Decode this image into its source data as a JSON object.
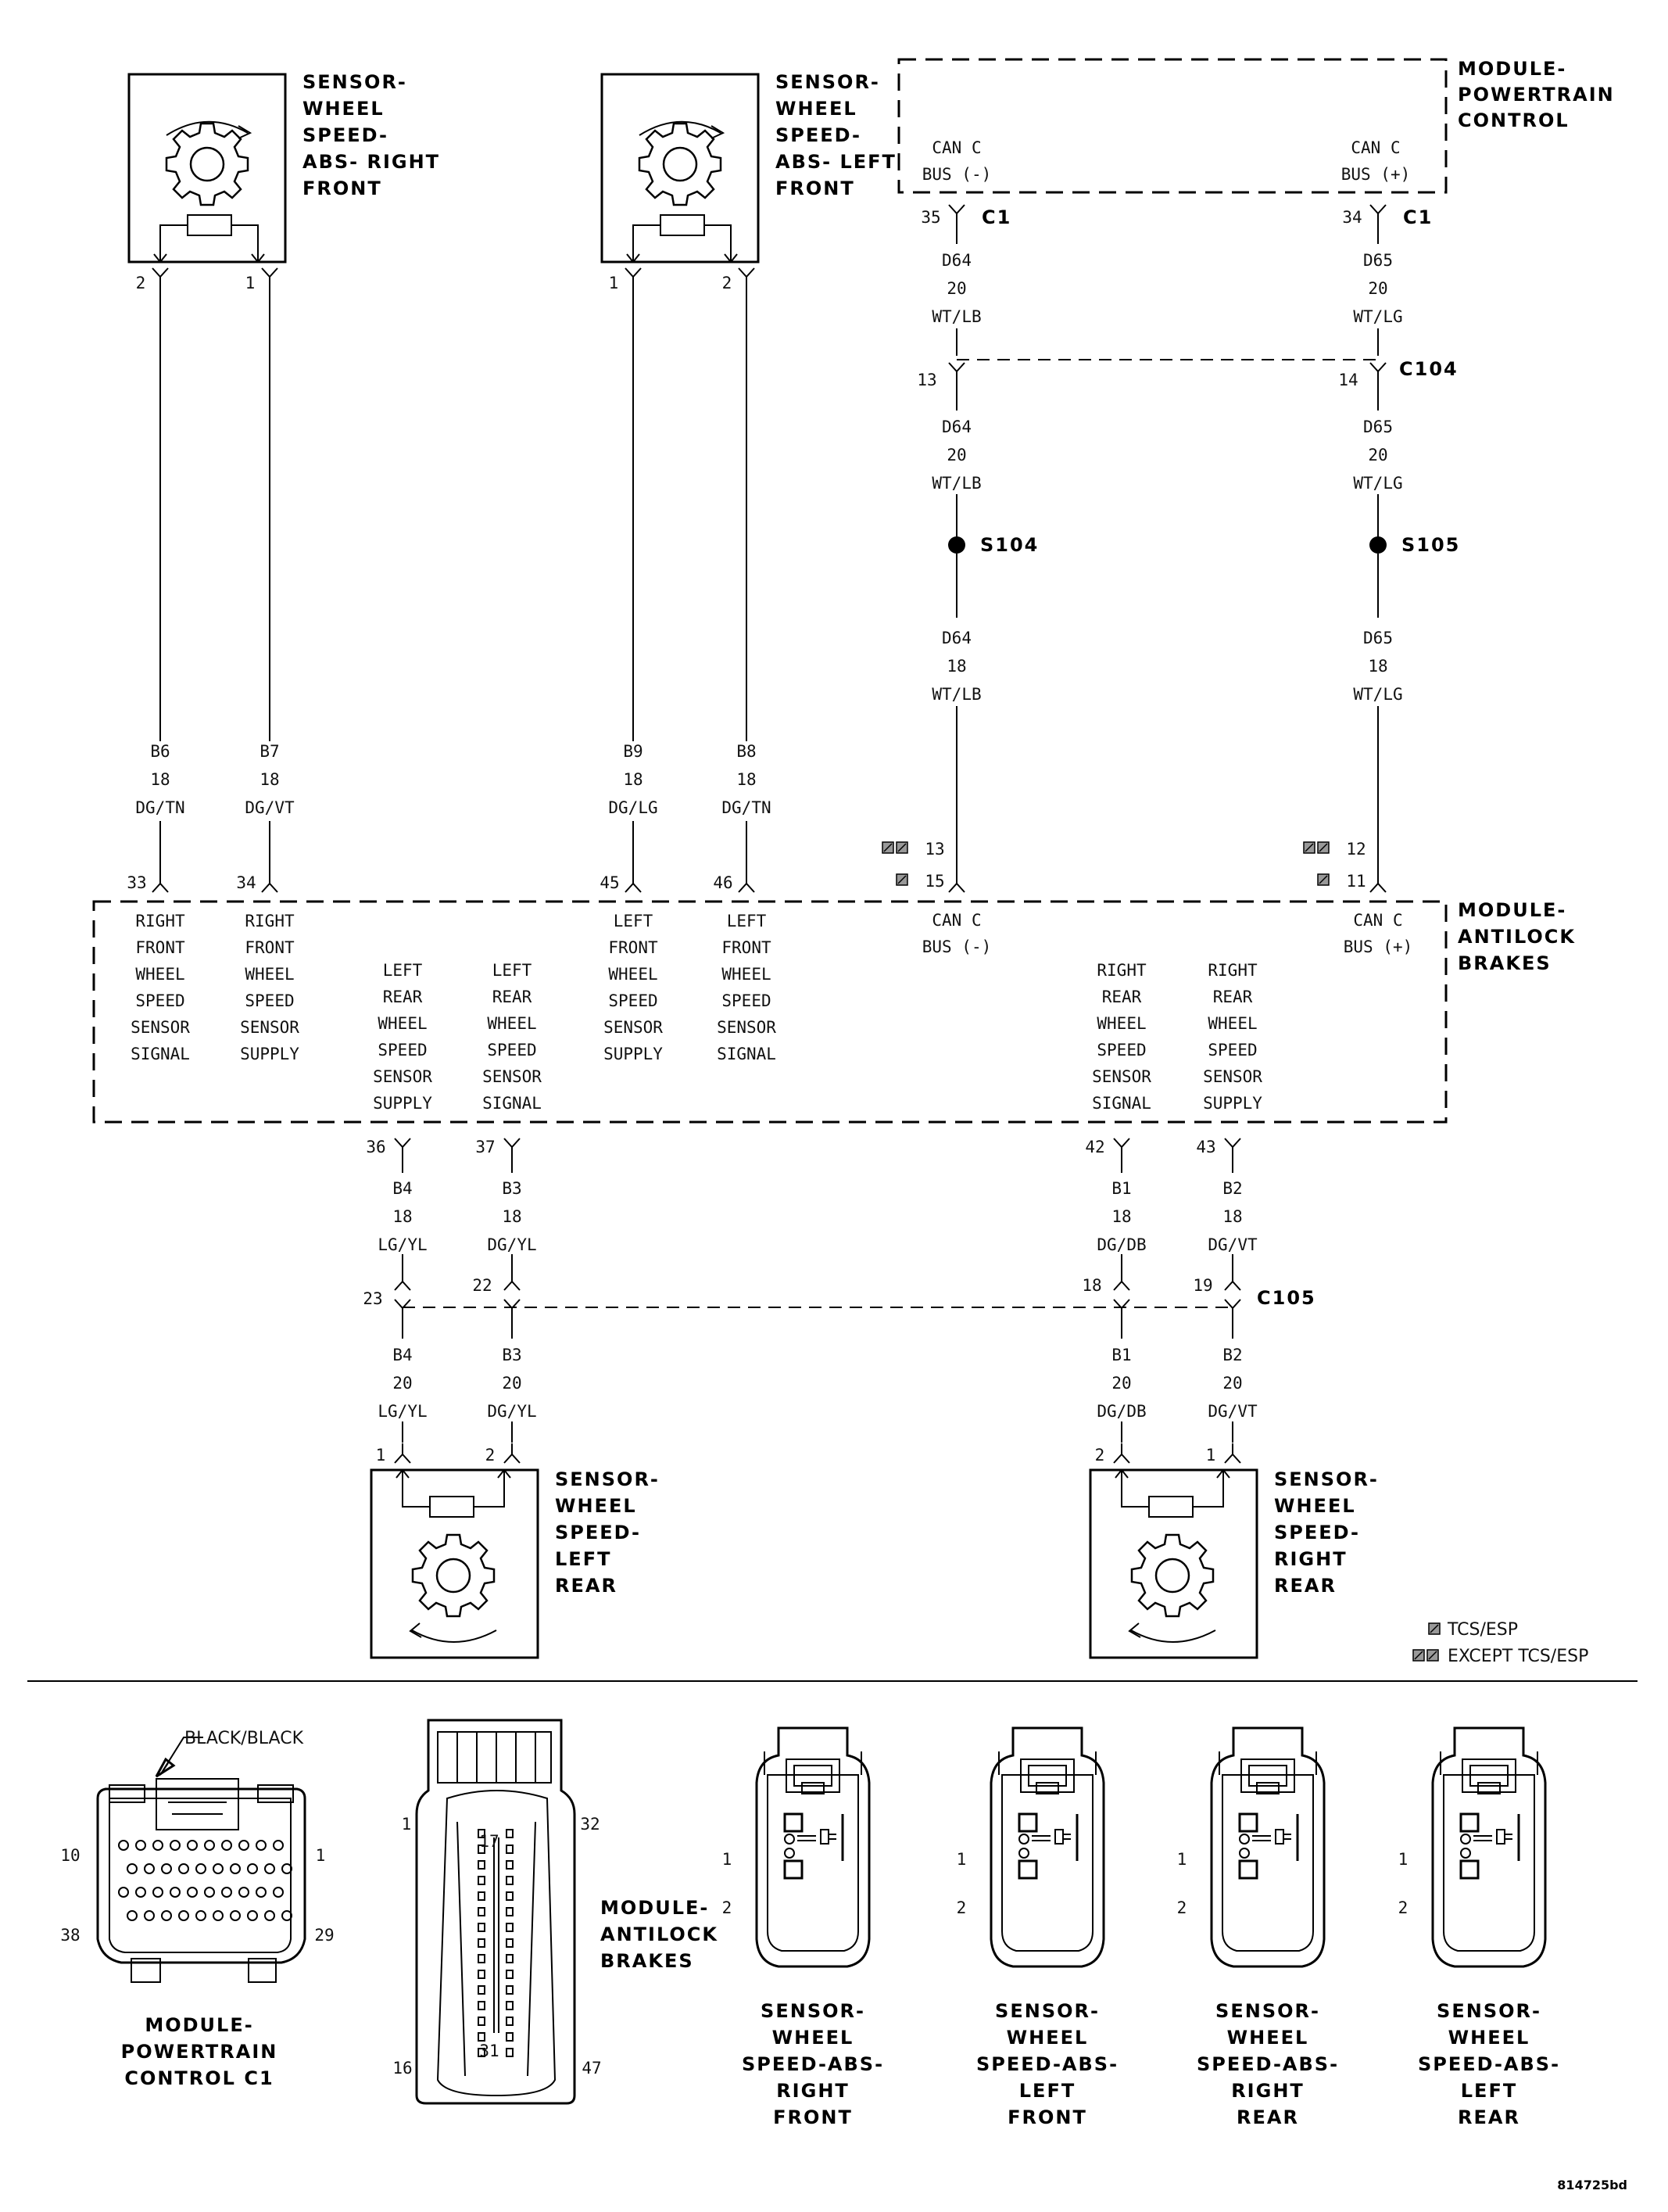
{
  "diagram_id": "814725bd",
  "modules": {
    "pcm": {
      "title": [
        "MODULE-",
        "POWERTRAIN",
        "CONTROL"
      ],
      "pins": [
        {
          "num": "35",
          "label": [
            "CAN C",
            "BUS (-)"
          ],
          "conn": "C1"
        },
        {
          "num": "34",
          "label": [
            "CAN C",
            "BUS (+)"
          ],
          "conn": "C1"
        }
      ]
    },
    "abs": {
      "title": [
        "MODULE-",
        "ANTILOCK",
        "BRAKES"
      ],
      "pins": [
        {
          "num": "33",
          "label": [
            "RIGHT",
            "FRONT",
            "WHEEL",
            "SPEED",
            "SENSOR",
            "SIGNAL"
          ]
        },
        {
          "num": "34",
          "label": [
            "RIGHT",
            "FRONT",
            "WHEEL",
            "SPEED",
            "SENSOR",
            "SUPPLY"
          ]
        },
        {
          "num": "36",
          "label": [
            "LEFT",
            "REAR",
            "WHEEL",
            "SPEED",
            "SENSOR",
            "SUPPLY"
          ]
        },
        {
          "num": "37",
          "label": [
            "LEFT",
            "REAR",
            "WHEEL",
            "SPEED",
            "SENSOR",
            "SIGNAL"
          ]
        },
        {
          "num": "45",
          "label": [
            "LEFT",
            "FRONT",
            "WHEEL",
            "SPEED",
            "SENSOR",
            "SUPPLY"
          ]
        },
        {
          "num": "46",
          "label": [
            "LEFT",
            "FRONT",
            "WHEEL",
            "SPEED",
            "SENSOR",
            "SIGNAL"
          ]
        },
        {
          "num": "15",
          "alt": "13",
          "label": [
            "CAN C",
            "BUS (-)"
          ]
        },
        {
          "num": "11",
          "alt": "12",
          "label": [
            "CAN C",
            "BUS (+)"
          ]
        },
        {
          "num": "42",
          "label": [
            "RIGHT",
            "REAR",
            "WHEEL",
            "SPEED",
            "SENSOR",
            "SIGNAL"
          ]
        },
        {
          "num": "43",
          "label": [
            "RIGHT",
            "REAR",
            "WHEEL",
            "SPEED",
            "SENSOR",
            "SUPPLY"
          ]
        }
      ]
    }
  },
  "sensors": {
    "rf": {
      "title": [
        "SENSOR-",
        "WHEEL",
        "SPEED-",
        "ABS- RIGHT",
        "FRONT"
      ],
      "pins": [
        "2",
        "1"
      ]
    },
    "lf": {
      "title": [
        "SENSOR-",
        "WHEEL",
        "SPEED-",
        "ABS- LEFT",
        "FRONT"
      ],
      "pins": [
        "1",
        "2"
      ]
    },
    "lr": {
      "title": [
        "SENSOR-",
        "WHEEL",
        "SPEED-",
        "LEFT",
        "REAR"
      ],
      "pins": [
        "1",
        "2"
      ]
    },
    "rr": {
      "title": [
        "SENSOR-",
        "WHEEL",
        "SPEED-",
        "RIGHT",
        "REAR"
      ],
      "pins": [
        "2",
        "1"
      ]
    }
  },
  "wires": {
    "b6": [
      "B6",
      "18",
      "DG/TN"
    ],
    "b7": [
      "B7",
      "18",
      "DG/VT"
    ],
    "b9": [
      "B9",
      "18",
      "DG/LG"
    ],
    "b8": [
      "B8",
      "18",
      "DG/TN"
    ],
    "d64a": [
      "D64",
      "20",
      "WT/LB"
    ],
    "d64b": [
      "D64",
      "20",
      "WT/LB"
    ],
    "d64c": [
      "D64",
      "18",
      "WT/LB"
    ],
    "d65a": [
      "D65",
      "20",
      "WT/LG"
    ],
    "d65b": [
      "D65",
      "20",
      "WT/LG"
    ],
    "d65c": [
      "D65",
      "18",
      "WT/LG"
    ],
    "b4a": [
      "B4",
      "18",
      "LG/YL"
    ],
    "b3a": [
      "B3",
      "18",
      "DG/YL"
    ],
    "b1a": [
      "B1",
      "18",
      "DG/DB"
    ],
    "b2a": [
      "B2",
      "18",
      "DG/VT"
    ],
    "b4b": [
      "B4",
      "20",
      "LG/YL"
    ],
    "b3b": [
      "B3",
      "20",
      "DG/YL"
    ],
    "b1b": [
      "B1",
      "20",
      "DG/DB"
    ],
    "b2b": [
      "B2",
      "20",
      "DG/VT"
    ]
  },
  "connectors": {
    "c104": {
      "name": "C104",
      "pins": [
        "13",
        "14"
      ]
    },
    "c105": {
      "name": "C105",
      "pins": [
        "23",
        "22",
        "18",
        "19"
      ]
    }
  },
  "splices": {
    "s104": "S104",
    "s105": "S105"
  },
  "legend": {
    "tcs": "TCS/ESP",
    "except": "EXCEPT TCS/ESP"
  },
  "views": {
    "pcm_c1": {
      "caption": [
        "MODULE-",
        "POWERTRAIN",
        "CONTROL C1"
      ],
      "callout": "BLACK/BLACK",
      "pins": [
        "10",
        "1",
        "38",
        "29"
      ]
    },
    "abs": {
      "caption": [
        "MODULE-",
        "ANTILOCK",
        "BRAKES"
      ],
      "pins": [
        "1",
        "32",
        "17",
        "16",
        "31",
        "47"
      ]
    },
    "rf": {
      "caption": [
        "SENSOR-",
        "WHEEL",
        "SPEED-ABS-",
        "RIGHT",
        "FRONT"
      ],
      "pins": [
        "1",
        "2"
      ]
    },
    "lf": {
      "caption": [
        "SENSOR-",
        "WHEEL",
        "SPEED-ABS-",
        "LEFT",
        "FRONT"
      ],
      "pins": [
        "1",
        "2"
      ]
    },
    "rr": {
      "caption": [
        "SENSOR-",
        "WHEEL",
        "SPEED-ABS-",
        "RIGHT",
        "REAR"
      ],
      "pins": [
        "1",
        "2"
      ]
    },
    "lr": {
      "caption": [
        "SENSOR-",
        "WHEEL",
        "SPEED-ABS-",
        "LEFT",
        "REAR"
      ],
      "pins": [
        "1",
        "2"
      ]
    }
  }
}
